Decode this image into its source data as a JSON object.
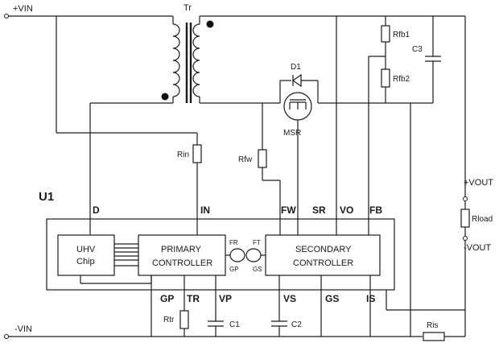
{
  "terminals": {
    "vin_pos": "+VIN",
    "vin_neg": "-VIN",
    "vout_pos": "+VOUT",
    "vout_neg": "-VOUT"
  },
  "transformer": "Tr",
  "ic": {
    "name": "U1",
    "uhv_line1": "UHV",
    "uhv_line2": "Chip",
    "primary_line1": "PRIMARY",
    "primary_line2": "CONTROLLER",
    "secondary_line1": "SECONDARY",
    "secondary_line2": "CONTROLLER",
    "coupler": {
      "fr": "FR",
      "gp": "GP",
      "ft": "FT",
      "gs": "GS"
    }
  },
  "pins": {
    "d": "D",
    "in": "IN",
    "fw": "FW",
    "sr": "SR",
    "vo": "VO",
    "fb": "FB",
    "gp": "GP",
    "tr": "TR",
    "vp": "VP",
    "vs": "VS",
    "gs": "GS",
    "is": "IS"
  },
  "components": {
    "d1": "D1",
    "msr": "MSR",
    "rin": "Rin",
    "rfw": "Rfw",
    "rfb1": "Rfb1",
    "rfb2": "Rfb2",
    "c3": "C3",
    "rload": "Rload",
    "rtr": "Rtr",
    "c1": "C1",
    "c2": "C2",
    "ris": "Ris"
  }
}
